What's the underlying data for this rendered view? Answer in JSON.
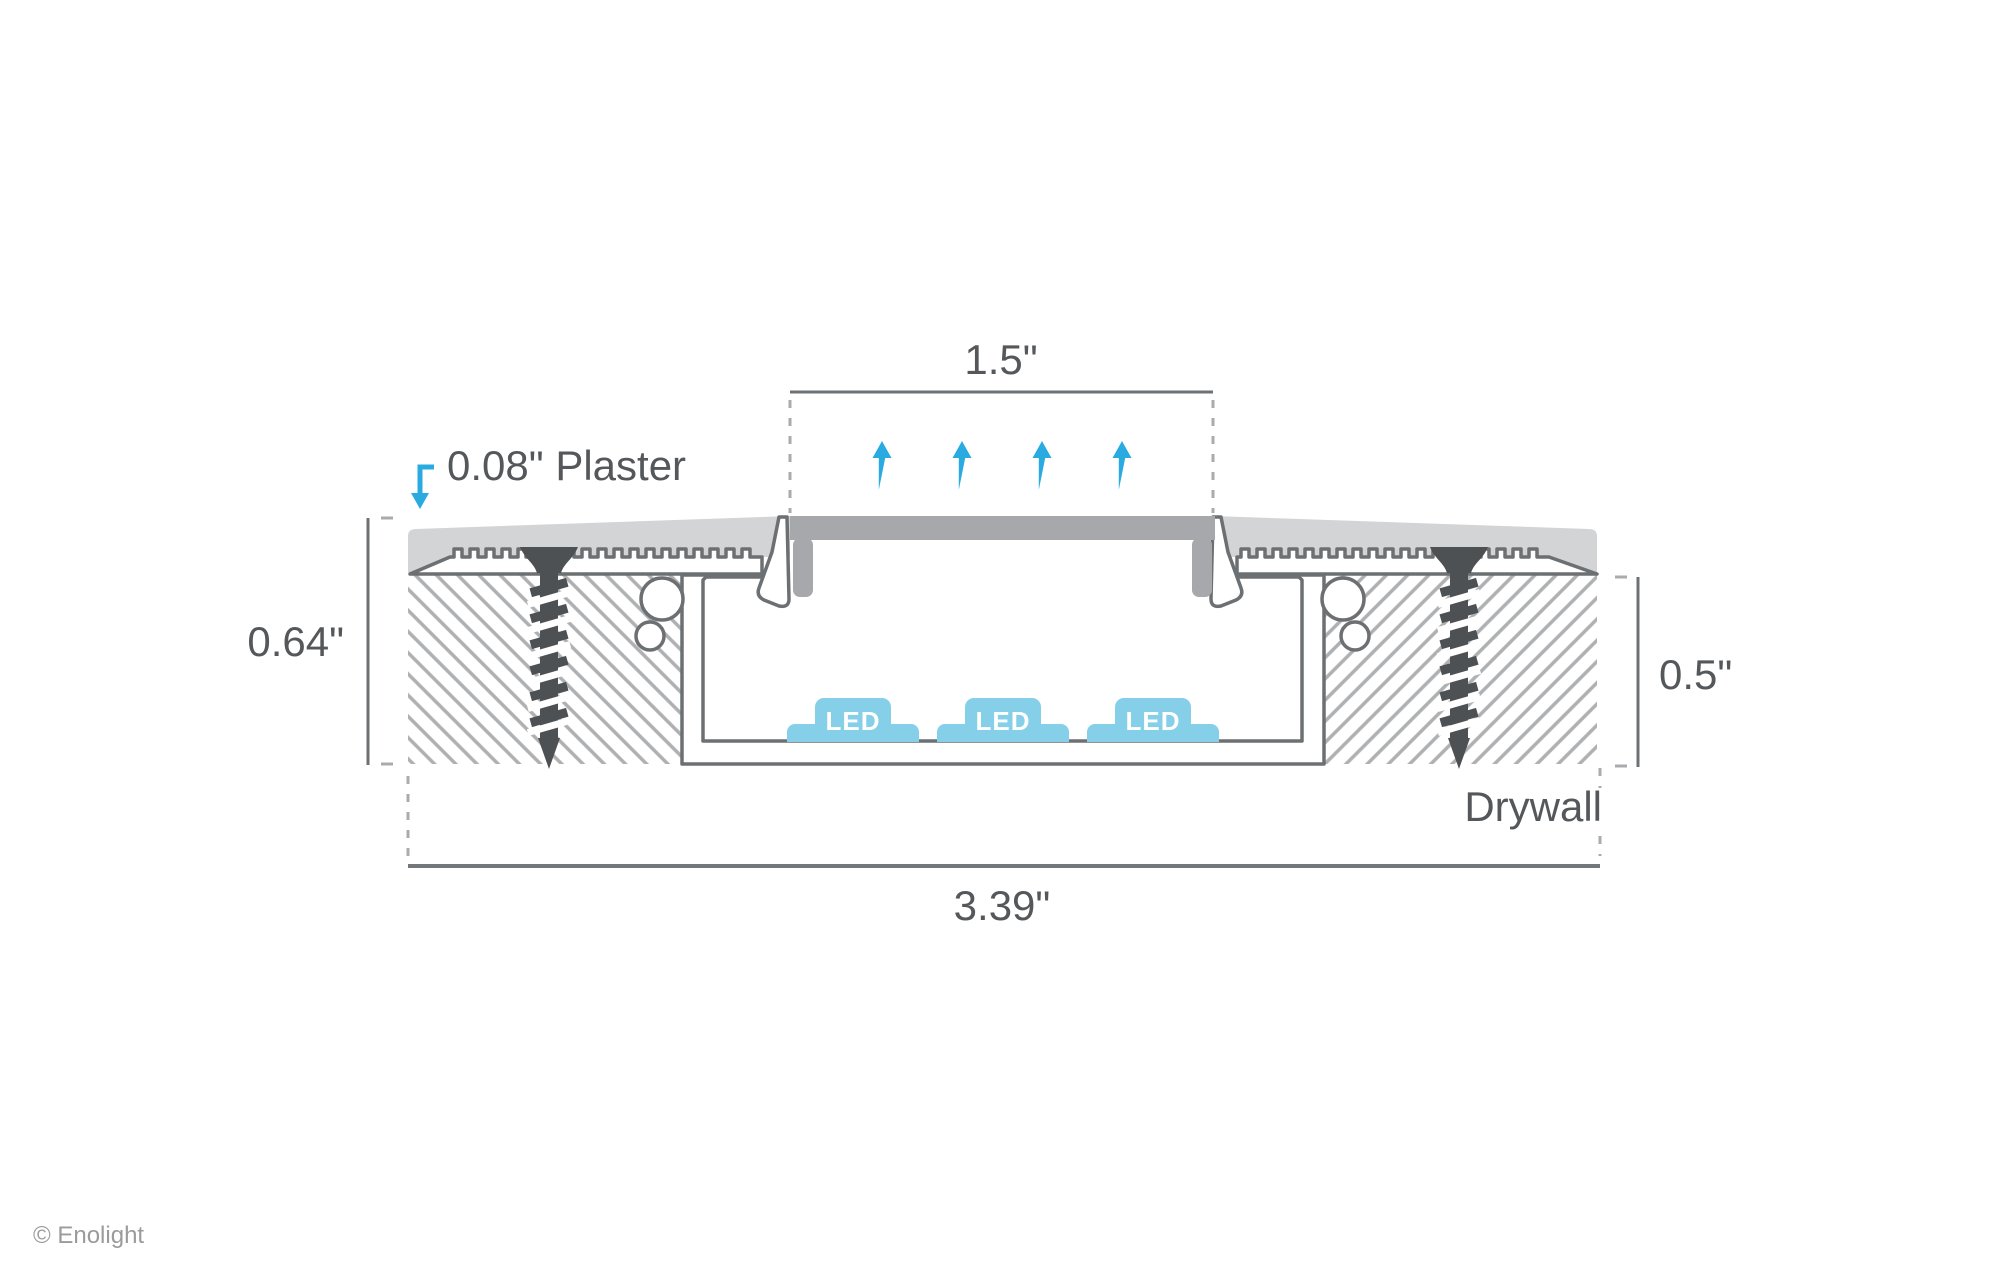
{
  "labels": {
    "dim_top": "1.5\"",
    "plaster_note": "0.08\" Plaster",
    "dim_left": "0.64\"",
    "dim_right": "0.5\"",
    "dim_bottom": "3.39\"",
    "drywall": "Drywall",
    "led": "LED",
    "footer": "© Enolight"
  },
  "colors": {
    "accent_blue": "#29abe2",
    "led_blue": "#85cfe8",
    "plaster_gray": "#d2d4d5",
    "lens_gray": "#a6a8ab",
    "screw_dark": "#4e5154",
    "outline_gray": "#6d7072",
    "hatch_gray": "#aeb0b2",
    "dim_gray": "#6e7174",
    "text_gray": "#55585b",
    "footer_gray": "#9b9b9b"
  }
}
